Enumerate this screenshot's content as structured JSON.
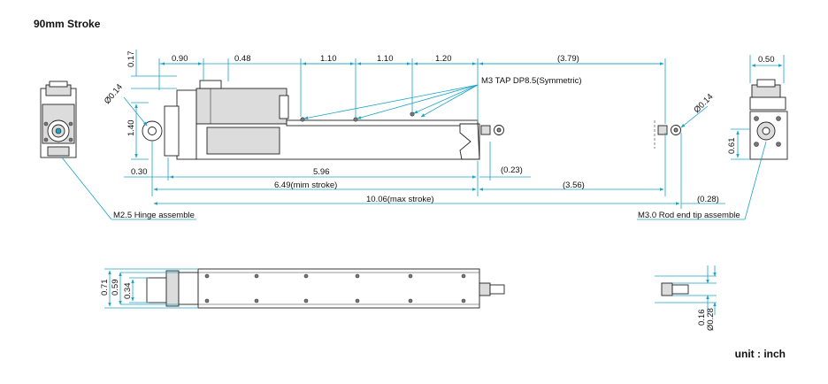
{
  "title": "90mm Stroke",
  "unit_label": "unit : inch",
  "top_view": {
    "d_017": "0.17",
    "d_090": "0.90",
    "d_048": "0.48",
    "d_110a": "1.10",
    "d_110b": "1.10",
    "d_120": "1.20",
    "d_379": "(3.79)",
    "d_050": "0.50",
    "d_014_left": "Ø0.14",
    "d_140": "1.40",
    "d_030": "0.30",
    "d_596": "5.96",
    "d_023": "(0.23)",
    "d_649": "6.49(mim stroke)",
    "d_356": "(3.56)",
    "d_1006": "10.06(max stroke)",
    "d_028": "(0.28)",
    "d_014_right": "Ø0.14",
    "d_061": "0.61",
    "tap_note": "M3 TAP DP8.5(Symmetric)",
    "hinge_note": "M2.5 Hinge assemble",
    "rod_note": "M3.0 Rod end tip assemble"
  },
  "bottom_view": {
    "d_071": "0.71",
    "d_059": "0.59",
    "d_034": "0.34",
    "d_016": "0.16",
    "d_028dia": "Ø0.28"
  }
}
